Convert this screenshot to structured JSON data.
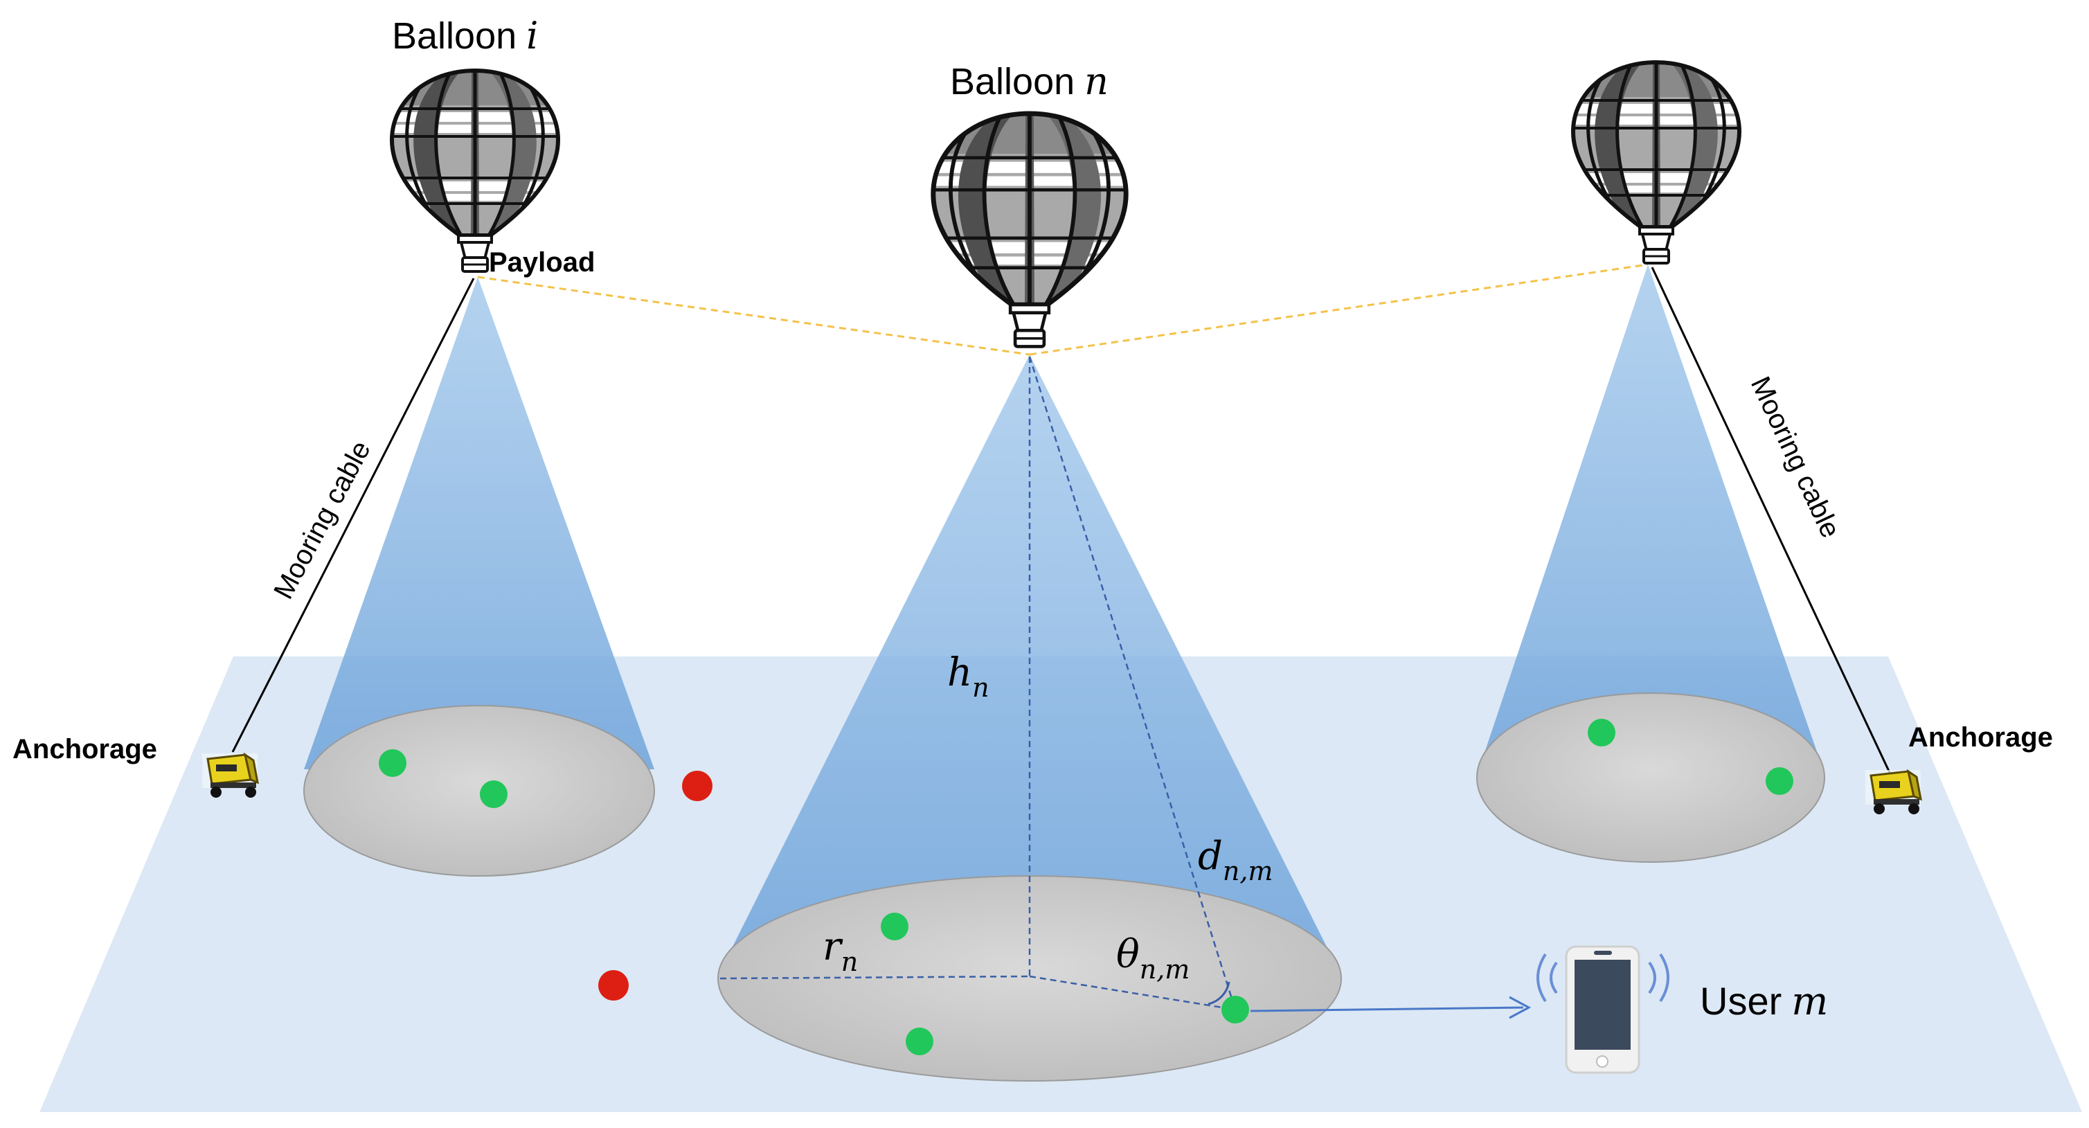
{
  "balloons": [
    {
      "prefix": "Balloon",
      "symbol": "i"
    },
    {
      "prefix": "Balloon",
      "symbol": "n"
    }
  ],
  "payload_label": "Payload",
  "mooring_left": "Mooring cable",
  "mooring_right": "Mooring cable",
  "anchorage_left": "Anchorage",
  "anchorage_right": "Anchorage",
  "height": {
    "base": "h",
    "sub": "n"
  },
  "distance": {
    "base": "d",
    "sub": "n,m"
  },
  "radius": {
    "base": "r",
    "sub": "n"
  },
  "angle": {
    "base": "θ",
    "sub": "n,m"
  },
  "user": {
    "prefix": "User",
    "symbol": "m"
  },
  "colors": {
    "ground": "#dce8f5",
    "beam": "#7aaee0",
    "coverage_disk": "#cfcfcf",
    "served_user": "#21c75a",
    "unserved_user": "#dd1f13",
    "link": "#f4c24a",
    "arrow": "#4a78c8",
    "phone_screen": "#3c4a5e"
  }
}
